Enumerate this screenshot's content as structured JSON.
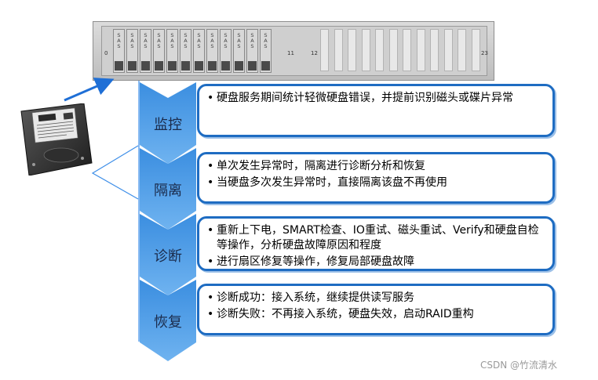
{
  "enclosure": {
    "slot_label": "SAS",
    "populated_slots": 12,
    "empty_slots": 12,
    "bay_numbers": [
      "0",
      "11",
      "12",
      "23"
    ]
  },
  "colors": {
    "box_border": "#1e6cc2",
    "chevron_top": "#3b8ee0",
    "chevron_bottom": "#6fb3f0",
    "arrow": "#1f6fd6"
  },
  "stages": [
    {
      "name": "监控",
      "items": [
        "硬盘服务期间统计轻微硬盘错误，并提前识别磁头或碟片异常"
      ]
    },
    {
      "name": "隔离",
      "items": [
        "单次发生异常时，隔离进行诊断分析和恢复",
        "当硬盘多次发生异常时，直接隔离该盘不再使用"
      ]
    },
    {
      "name": "诊断",
      "items": [
        "重新上下电，SMART检查、IO重试、磁头重试、Verify和硬盘自检等操作，分析硬盘故障原因和程度",
        "进行扇区修复等操作，修复局部硬盘故障"
      ]
    },
    {
      "name": "恢复",
      "items": [
        "诊断成功：接入系统，继续提供读写服务",
        "诊断失败：不再接入系统，硬盘失效，启动RAID重构"
      ]
    }
  ],
  "watermark": "CSDN @竹流清水"
}
